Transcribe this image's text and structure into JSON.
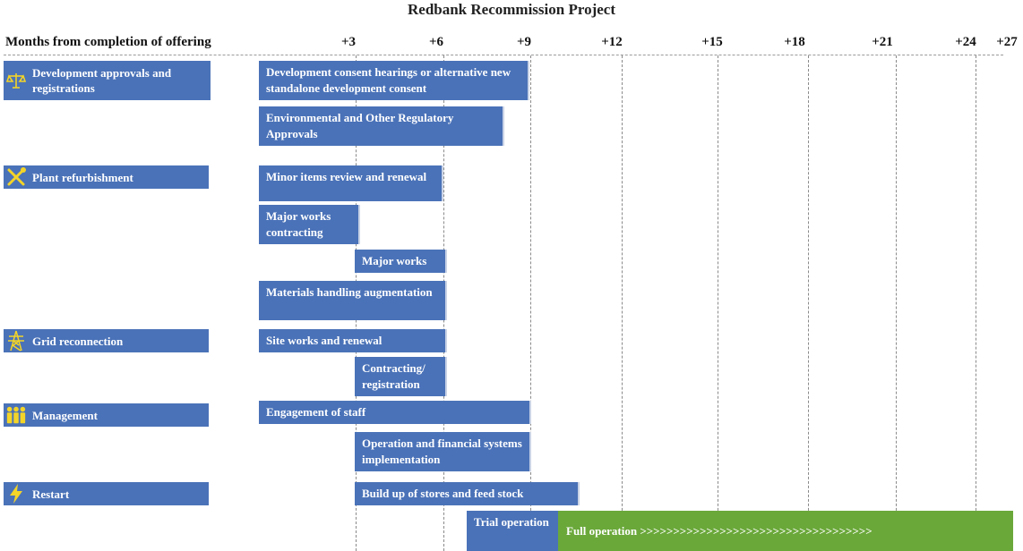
{
  "title": "Redbank Recommission Project",
  "axis_label": "Months from completion of offering",
  "ticks": [
    "+3",
    "+6",
    "+9",
    "+12",
    "+15",
    "+18",
    "+21",
    "+24",
    "+27"
  ],
  "colors": {
    "bar_blue": "#4a72b8",
    "bar_green": "#6aa83a",
    "icon_yellow": "#f3d428"
  },
  "categories": [
    {
      "label": "Development approvals and registrations",
      "icon": "scales-icon"
    },
    {
      "label": "Plant refurbishment",
      "icon": "tools-icon"
    },
    {
      "label": "Grid reconnection",
      "icon": "pylon-icon"
    },
    {
      "label": "Management",
      "icon": "people-icon"
    },
    {
      "label": "Restart",
      "icon": "lightning-icon"
    }
  ],
  "tasks": [
    {
      "label": "Development consent hearings or alternative new standalone development consent",
      "category": "Development approvals and registrations"
    },
    {
      "label": "Environmental and Other Regulatory Approvals",
      "category": "Development approvals and registrations"
    },
    {
      "label": "Minor items review and renewal",
      "category": "Plant refurbishment"
    },
    {
      "label": "Major works contracting",
      "category": "Plant refurbishment"
    },
    {
      "label": "Major works",
      "category": "Plant refurbishment"
    },
    {
      "label": "Materials handling augmentation",
      "category": "Plant refurbishment"
    },
    {
      "label": "Site works and renewal",
      "category": "Grid reconnection"
    },
    {
      "label": "Contracting/ registration",
      "category": "Grid reconnection"
    },
    {
      "label": "Engagement of staff",
      "category": "Management"
    },
    {
      "label": "Operation and financial systems implementation",
      "category": "Management"
    },
    {
      "label": "Build up of stores and feed stock",
      "category": "Restart"
    },
    {
      "label": "Trial operation",
      "category": "Restart"
    },
    {
      "label": "Full operation >>>>>>>>>>>>>>>>>>>>>>>>>>>>>>>>>>>",
      "category": "Restart"
    }
  ]
}
